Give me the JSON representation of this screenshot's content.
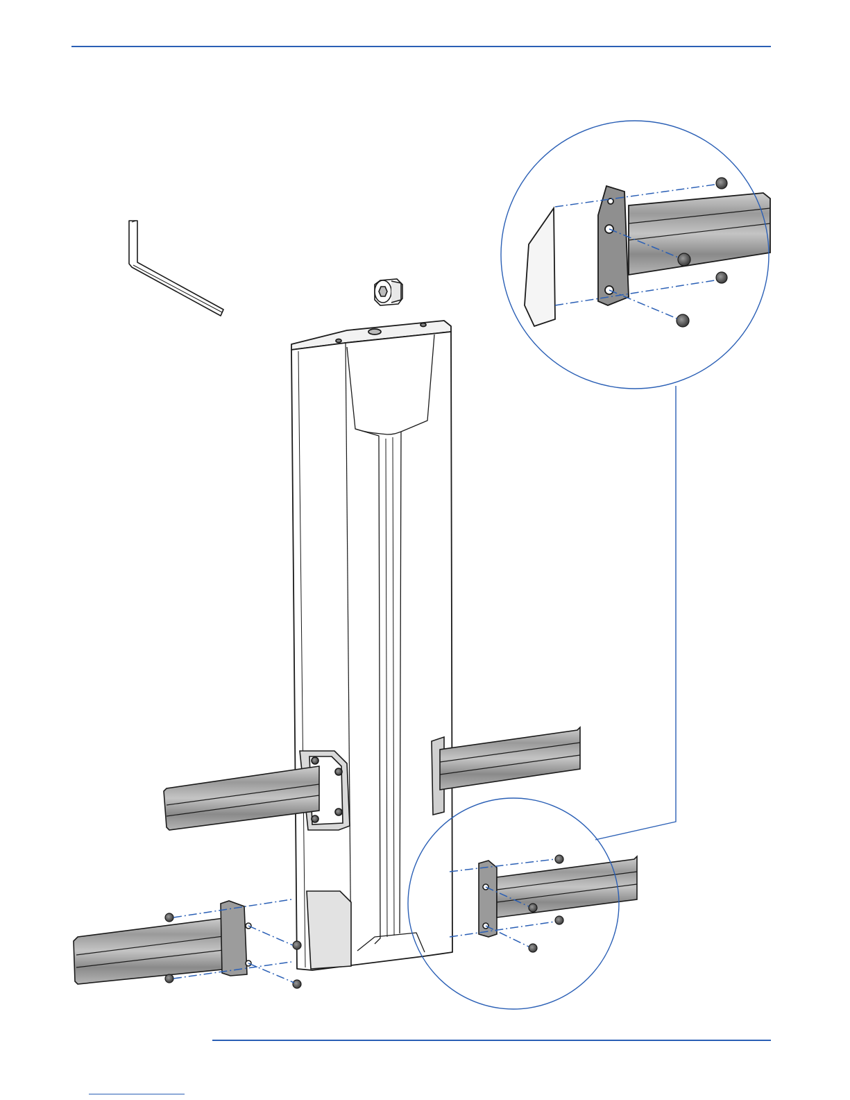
{
  "document": {
    "header_text": "",
    "footer_text": ""
  },
  "colors": {
    "rule": "#2a5fb5",
    "leader": "#2a5fb5",
    "outline": "#1a1a1a",
    "rail_light": "#b8b8b8",
    "rail_mid": "#8f8f8f",
    "rail_dark": "#5e5e5e",
    "hardware": "#6b6b6b"
  },
  "parts": [
    {
      "name": "hex-key",
      "icon": "allen-wrench-icon"
    },
    {
      "name": "shoulder-screw",
      "icon": "hex-socket-screw-icon"
    },
    {
      "name": "column",
      "icon": "tower-column-icon"
    },
    {
      "name": "rail",
      "icon": "mounting-rail-icon"
    },
    {
      "name": "rail-screw",
      "icon": "flange-screw-icon"
    }
  ]
}
